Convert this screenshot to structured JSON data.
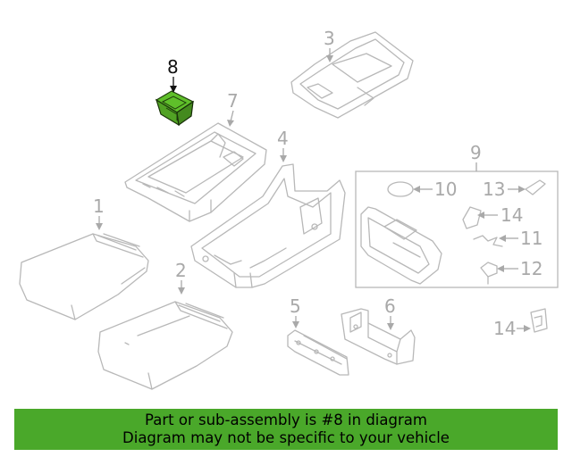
{
  "highlight_color": "#5fbf2a",
  "banner_color": "#4aa82a",
  "callouts": {
    "c1": "1",
    "c2": "2",
    "c3": "3",
    "c4": "4",
    "c5": "5",
    "c6": "6",
    "c7": "7",
    "c8": "8",
    "c9": "9",
    "c10": "10",
    "c11": "11",
    "c12": "12",
    "c13": "13",
    "c14a": "14",
    "c14b": "14"
  },
  "highlighted_part": "8",
  "banner": {
    "line1": "Part or sub-assembly is #8 in diagram",
    "line2": "Diagram may not be specific to your vehicle"
  }
}
